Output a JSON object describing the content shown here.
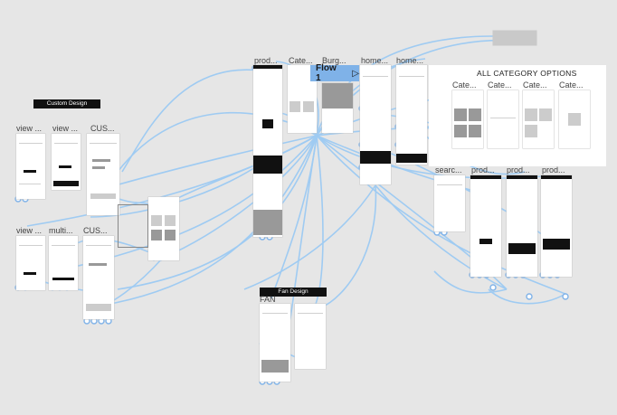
{
  "labels": {
    "custom_design": "Custom Design",
    "fan_design": "Fan Design",
    "flow": "Flow 1",
    "all_category": "ALL CATEGORY OPTIONS"
  },
  "artboards": [
    {
      "id": "view1",
      "title": "view ..."
    },
    {
      "id": "view2",
      "title": "view ..."
    },
    {
      "id": "cus1",
      "title": "CUS..."
    },
    {
      "id": "view3",
      "title": "view ..."
    },
    {
      "id": "multi",
      "title": "multi..."
    },
    {
      "id": "cus2",
      "title": "CUS..."
    },
    {
      "id": "prod1",
      "title": "prod..."
    },
    {
      "id": "cate1",
      "title": "Cate..."
    },
    {
      "id": "burg",
      "title": "Burg..."
    },
    {
      "id": "home1",
      "title": "home..."
    },
    {
      "id": "home2",
      "title": "home..."
    },
    {
      "id": "cate2",
      "title": "Cate..."
    },
    {
      "id": "cate3",
      "title": "Cate..."
    },
    {
      "id": "cate4",
      "title": "Cate..."
    },
    {
      "id": "cate5",
      "title": "Cate..."
    },
    {
      "id": "searc",
      "title": "searc..."
    },
    {
      "id": "prod2",
      "title": "prod..."
    },
    {
      "id": "prod3",
      "title": "prod..."
    },
    {
      "id": "prod4",
      "title": "prod..."
    },
    {
      "id": "fan",
      "title": "FAN"
    }
  ],
  "colors": {
    "wire": "#9ccaf3",
    "canvas": "#e6e6e6",
    "flow_chip": "#7fb2e8"
  }
}
